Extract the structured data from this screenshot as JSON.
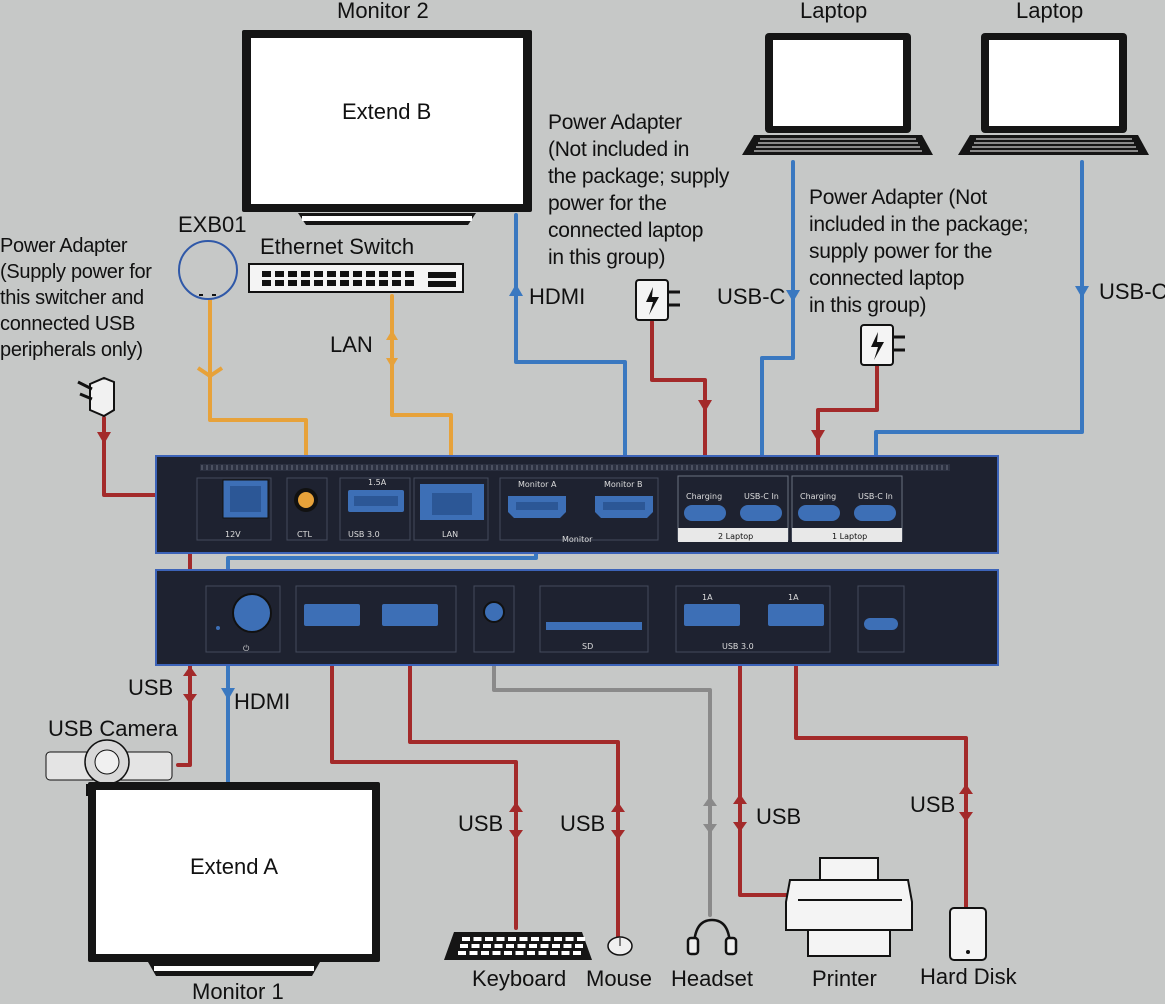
{
  "monitors": {
    "monitor2_title": "Monitor 2",
    "monitor2_screen": "Extend B",
    "monitor1_title": "Monitor 1",
    "monitor1_screen": "Extend A"
  },
  "laptops": {
    "left_title": "Laptop",
    "right_title": "Laptop"
  },
  "power_adapters": {
    "switcher_note": [
      "Power Adapter",
      "(Supply power for",
      "this switcher and",
      "connected USB",
      "peripherals only)"
    ],
    "group2_note": [
      "Power Adapter",
      "(Not included in",
      "the package; supply",
      "power for the",
      "connected laptop",
      "in this group)"
    ],
    "group1_note": [
      "Power Adapter (Not",
      "included in the package;",
      "supply power for the",
      "connected laptop",
      "in this group)"
    ]
  },
  "devices": {
    "exb01": "EXB01",
    "ethernet_switch": "Ethernet Switch",
    "usb_camera": "USB Camera",
    "keyboard": "Keyboard",
    "mouse": "Mouse",
    "headset": "Headset",
    "printer": "Printer",
    "hard_disk": "Hard Disk"
  },
  "connections": {
    "lan": "LAN",
    "hdmi_top": "HDMI",
    "usbc_left": "USB-C",
    "usbc_right": "USB-C",
    "usb_camera": "USB",
    "hdmi_bottom": "HDMI",
    "usb_keyboard": "USB",
    "usb_mouse": "USB",
    "usb_printer": "USB",
    "usb_harddisk": "USB"
  },
  "rear_panel": {
    "dc_in": "12V",
    "ctl": "CTL",
    "usb_rating": "1.5A",
    "usb_port": "USB 3.0",
    "lan_port": "LAN",
    "monitor_a": "Monitor A",
    "monitor_b": "Monitor B",
    "monitor_group": "Monitor",
    "charging_2": "Charging",
    "usbc_in_2": "USB-C In",
    "group2_label": "2 Laptop",
    "charging_1": "Charging",
    "usbc_in_1": "USB-C In",
    "group1_label": "1 Laptop"
  },
  "front_panel": {
    "usb_rating_1": "1A",
    "usb_rating_2": "1A",
    "usb_port_group": "USB 3.0",
    "sd_label": "SD"
  },
  "colors": {
    "background": "#c6c8c7",
    "usb_red": "#a32a2a",
    "video_blue": "#3a78c0",
    "control_orange": "#e7a23a",
    "audio_gray": "#8a8a8a",
    "device_body": "#1e2230",
    "device_edge": "#3c63b8",
    "port_blue": "#3d6fb6"
  }
}
